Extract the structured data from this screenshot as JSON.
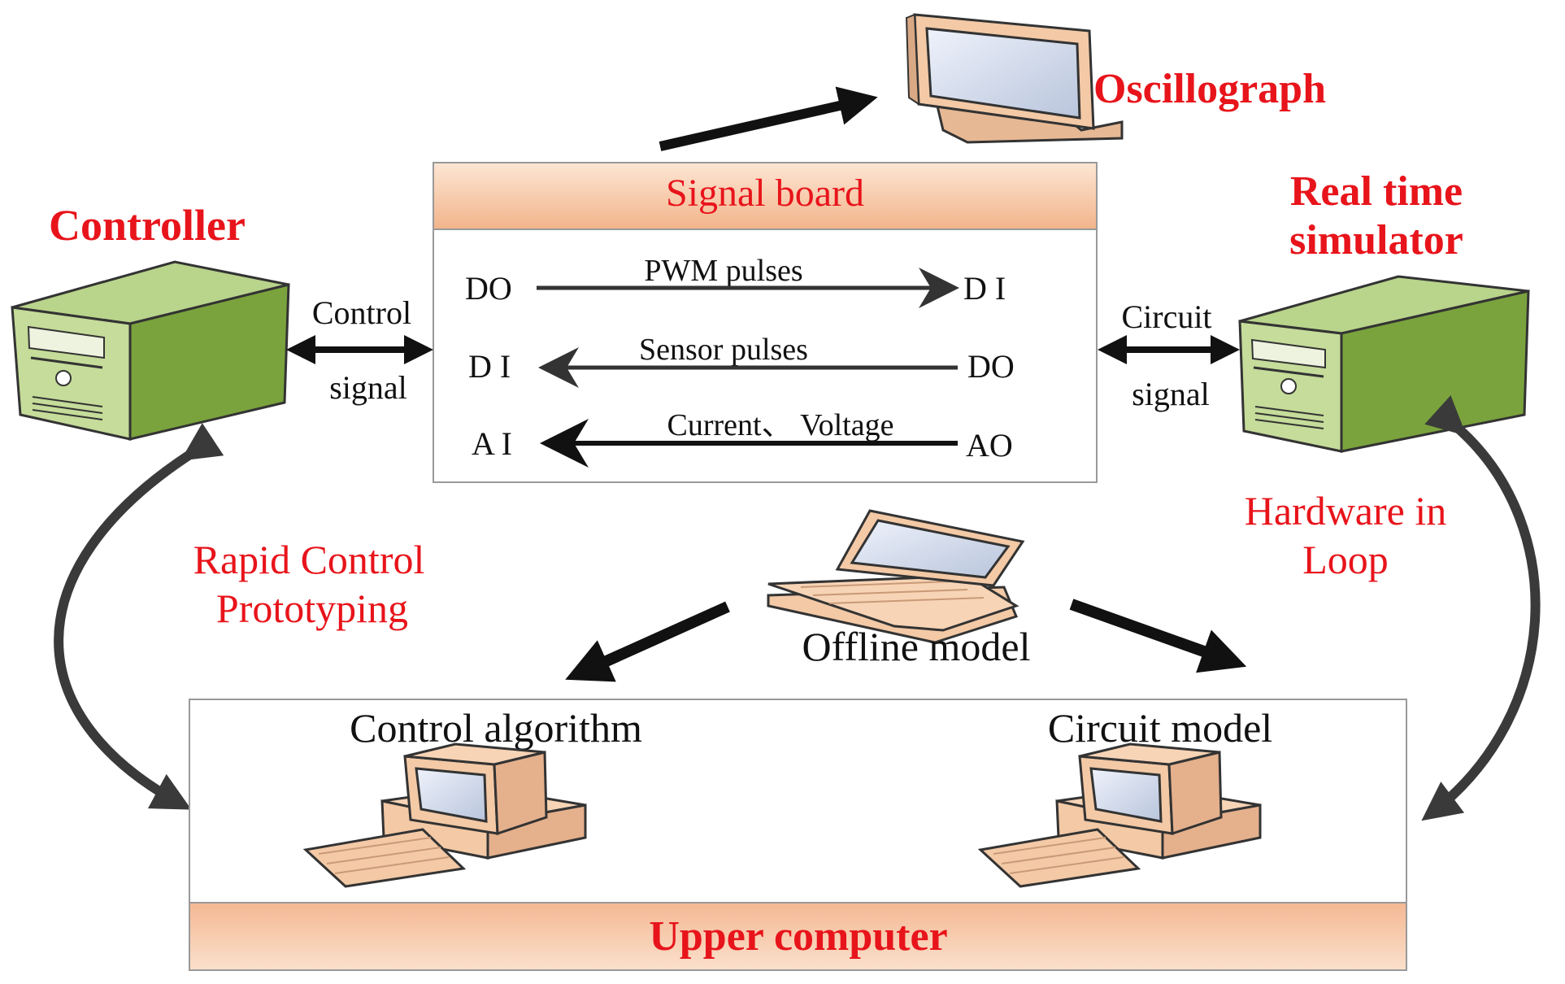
{
  "oscillograph": {
    "label": "Oscillograph"
  },
  "signal_board": {
    "title": "Signal board",
    "rows": [
      {
        "left": "DO",
        "label": "PWM pulses",
        "right": "D I"
      },
      {
        "left": "D I",
        "label": "Sensor pulses",
        "right": "DO"
      },
      {
        "left": "A I",
        "label": "Current、 Voltage",
        "right": "AO"
      }
    ]
  },
  "controller": {
    "label": "Controller",
    "link_line1": "Control",
    "link_line2": "signal"
  },
  "simulator": {
    "label_line1": "Real time",
    "label_line2": "simulator",
    "link_line1": "Circuit",
    "link_line2": "signal"
  },
  "rcp": {
    "line1": "Rapid Control",
    "line2": "Prototyping"
  },
  "hil": {
    "line1": "Hardware in",
    "line2": "Loop"
  },
  "offline": {
    "label": "Offline model"
  },
  "upper_computer": {
    "title": "Upper computer",
    "control_algorithm": "Control algorithm",
    "circuit_model": "Circuit model"
  },
  "colors": {
    "accent_red": "#e8141b",
    "tower_green": "#8fb54e",
    "device_beige": "#f3c9a6",
    "header_peach": "#f7c8a5"
  }
}
